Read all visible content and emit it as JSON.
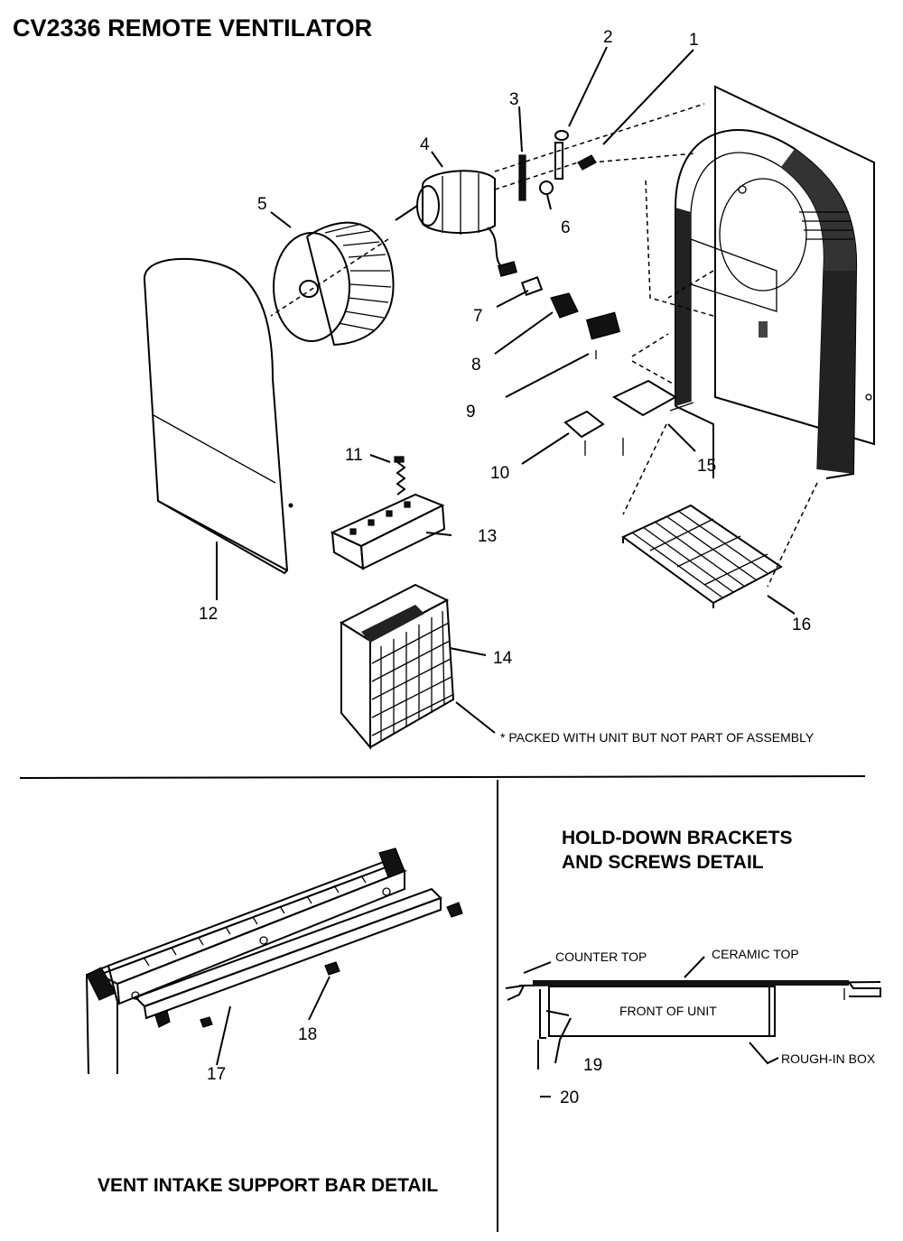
{
  "title": "CV2336 REMOTE VENTILATOR",
  "parts": {
    "p1": "1",
    "p2": "2",
    "p3": "3",
    "p4": "4",
    "p5": "5",
    "p6": "6",
    "p7": "7",
    "p8": "8",
    "p9": "9",
    "p10": "10",
    "p11": "11",
    "p12": "12",
    "p13": "13",
    "p14": "14",
    "p15": "15",
    "p16": "16",
    "p17": "17",
    "p18": "18",
    "p19": "19",
    "p20": "20"
  },
  "note": "* PACKED WITH UNIT BUT NOT PART OF ASSEMBLY",
  "vent_detail": {
    "caption": "VENT INTAKE SUPPORT BAR DETAIL"
  },
  "bracket_detail": {
    "heading_line1": "HOLD-DOWN BRACKETS",
    "heading_line2": "AND SCREWS DETAIL",
    "counter_top": "COUNTER TOP",
    "ceramic_top": "CERAMIC TOP",
    "front_of_unit": "FRONT OF UNIT",
    "rough_in_box": "ROUGH-IN BOX"
  }
}
